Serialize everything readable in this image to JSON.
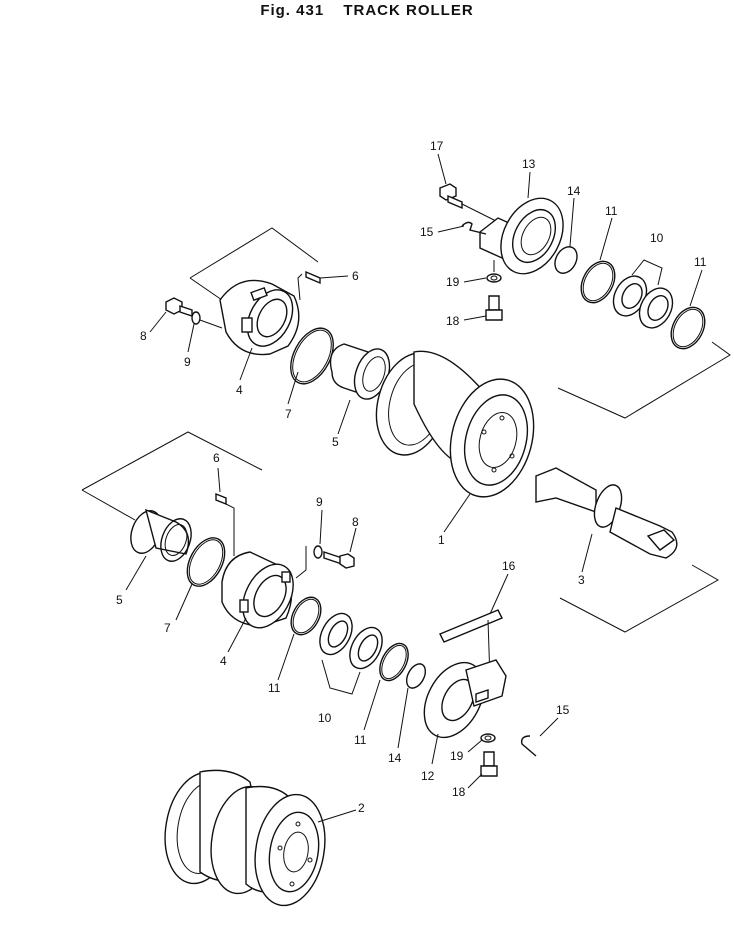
{
  "figure": {
    "number": "Fig. 431",
    "title": "TRACK ROLLER"
  },
  "callouts": [
    "1",
    "2",
    "3",
    "4",
    "4",
    "5",
    "5",
    "6",
    "6",
    "7",
    "7",
    "8",
    "8",
    "9",
    "9",
    "10",
    "10",
    "11",
    "11",
    "11",
    "11",
    "12",
    "13",
    "14",
    "14",
    "15",
    "15",
    "16",
    "17",
    "18",
    "18",
    "19",
    "19"
  ]
}
